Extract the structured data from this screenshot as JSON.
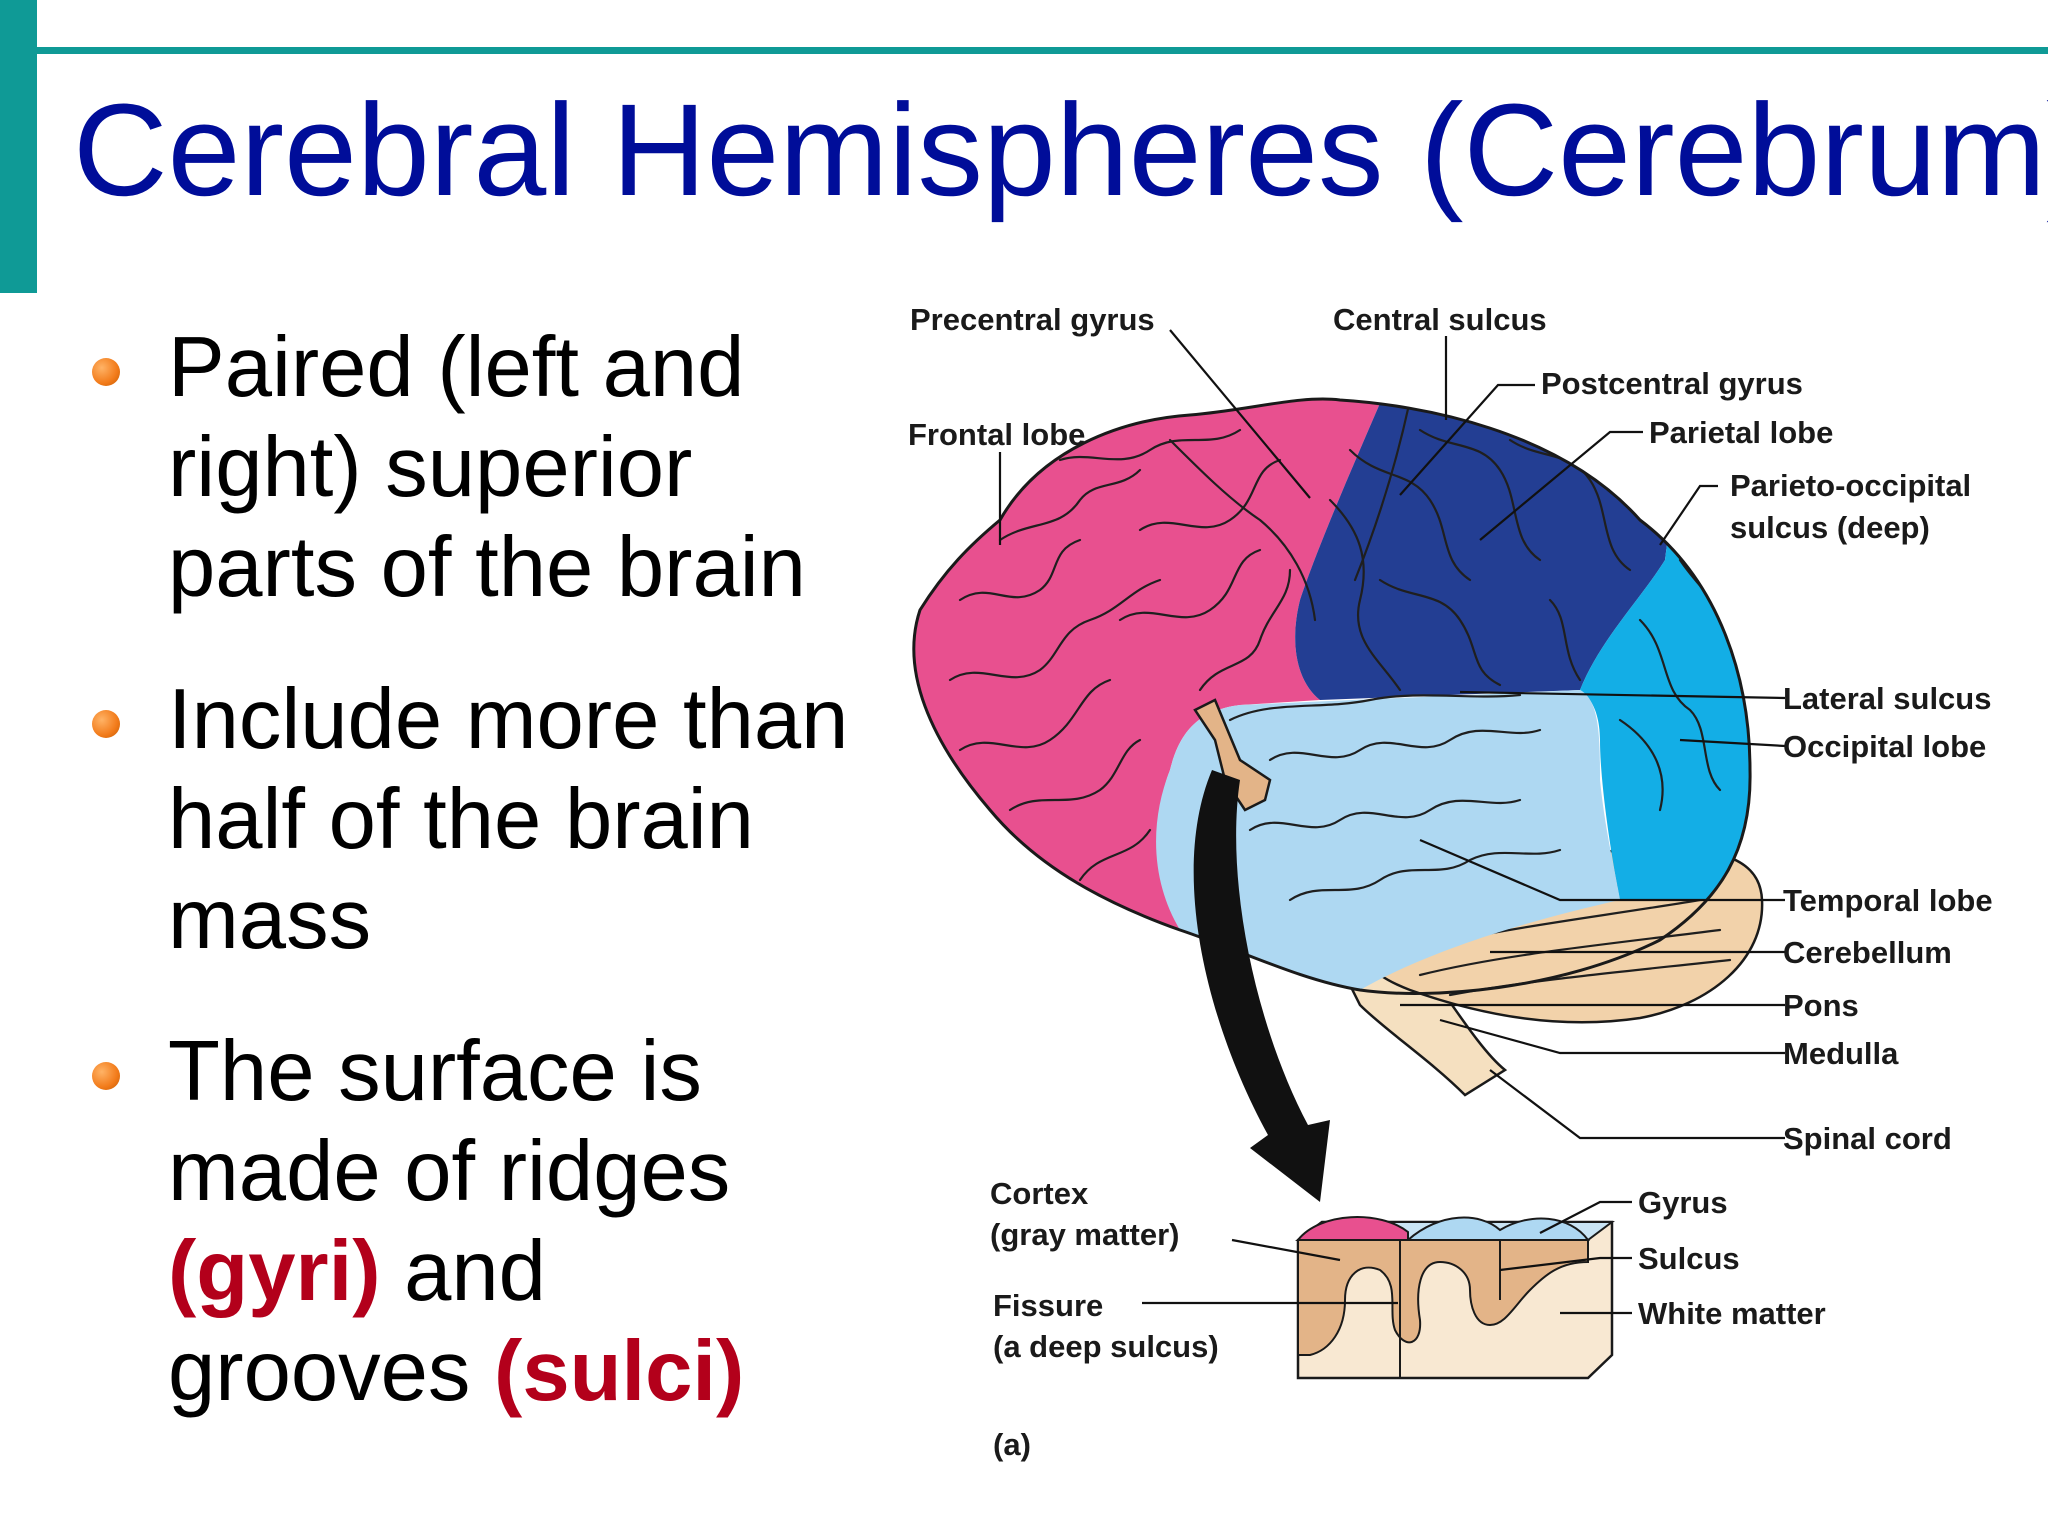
{
  "slide": {
    "title": "Cerebral Hemispheres (Cerebrum)",
    "accent_color": "#0f9a96",
    "title_color": "#000d99",
    "bullet_color": "#f27b1a",
    "highlight_color": "#b3001b"
  },
  "bullets": [
    {
      "text": "Paired (left and right) superior parts of the brain"
    },
    {
      "text": "Include more than half of the brain mass"
    },
    {
      "text_1": "The surface is made of ridges",
      "term_1": "(gyri)",
      "text_2": "and grooves",
      "term_2": "(sulci)"
    }
  ],
  "diagram": {
    "region_colors": {
      "frontal_lobe": "#e8508f",
      "parietal_lobe": "#233e93",
      "occipital_lobe": "#13aee6",
      "temporal_lobe": "#aed8f2",
      "cerebellum": "#f2d2aa",
      "brainstem": "#f5e0c0",
      "white_matter": "#f8e8d2",
      "gray_matter": "#e3b488"
    },
    "labels": {
      "precentral_gyrus": "Precentral gyrus",
      "central_sulcus": "Central sulcus",
      "frontal_lobe": "Frontal lobe",
      "postcentral_gyrus": "Postcentral gyrus",
      "parietal_lobe": "Parietal lobe",
      "parieto_occipital_line1": "Parieto-occipital",
      "parieto_occipital_line2": "sulcus (deep)",
      "lateral_sulcus": "Lateral sulcus",
      "occipital_lobe": "Occipital lobe",
      "temporal_lobe": "Temporal lobe",
      "cerebellum": "Cerebellum",
      "pons": "Pons",
      "medulla": "Medulla",
      "spinal_cord": "Spinal cord",
      "cortex_line1": "Cortex",
      "cortex_line2": "(gray matter)",
      "fissure_line1": "Fissure",
      "fissure_line2": "(a deep sulcus)",
      "gyrus": "Gyrus",
      "sulcus": "Sulcus",
      "white_matter": "White matter",
      "panel": "(a)"
    }
  }
}
